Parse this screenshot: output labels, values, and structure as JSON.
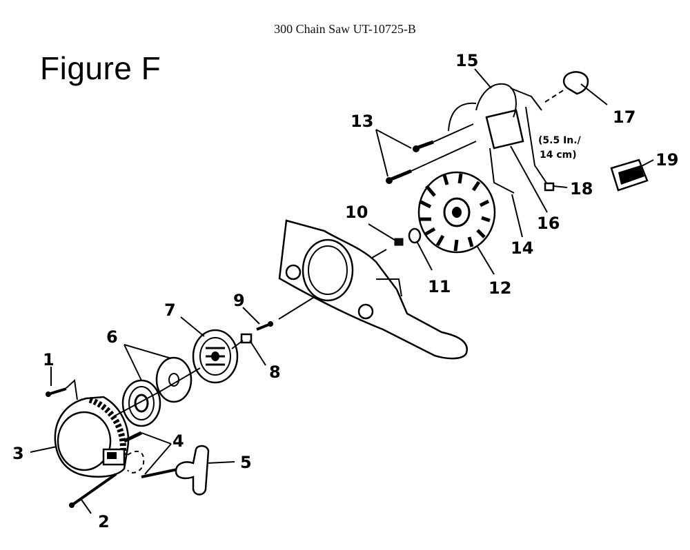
{
  "header": {
    "title": "300 Chain Saw UT-10725-B"
  },
  "figure": {
    "label": "Figure F"
  },
  "callouts": {
    "c1": "1",
    "c2": "2",
    "c3": "3",
    "c4": "4",
    "c5": "5",
    "c6": "6",
    "c7": "7",
    "c8": "8",
    "c9": "9",
    "c10": "10",
    "c11": "11",
    "c12": "12",
    "c13": "13",
    "c14": "14",
    "c15": "15",
    "c16": "16",
    "c17": "17",
    "c18": "18",
    "c19": "19"
  },
  "notes": {
    "wire_length_line1": "(5.5 In./",
    "wire_length_line2": "14 cm)"
  }
}
